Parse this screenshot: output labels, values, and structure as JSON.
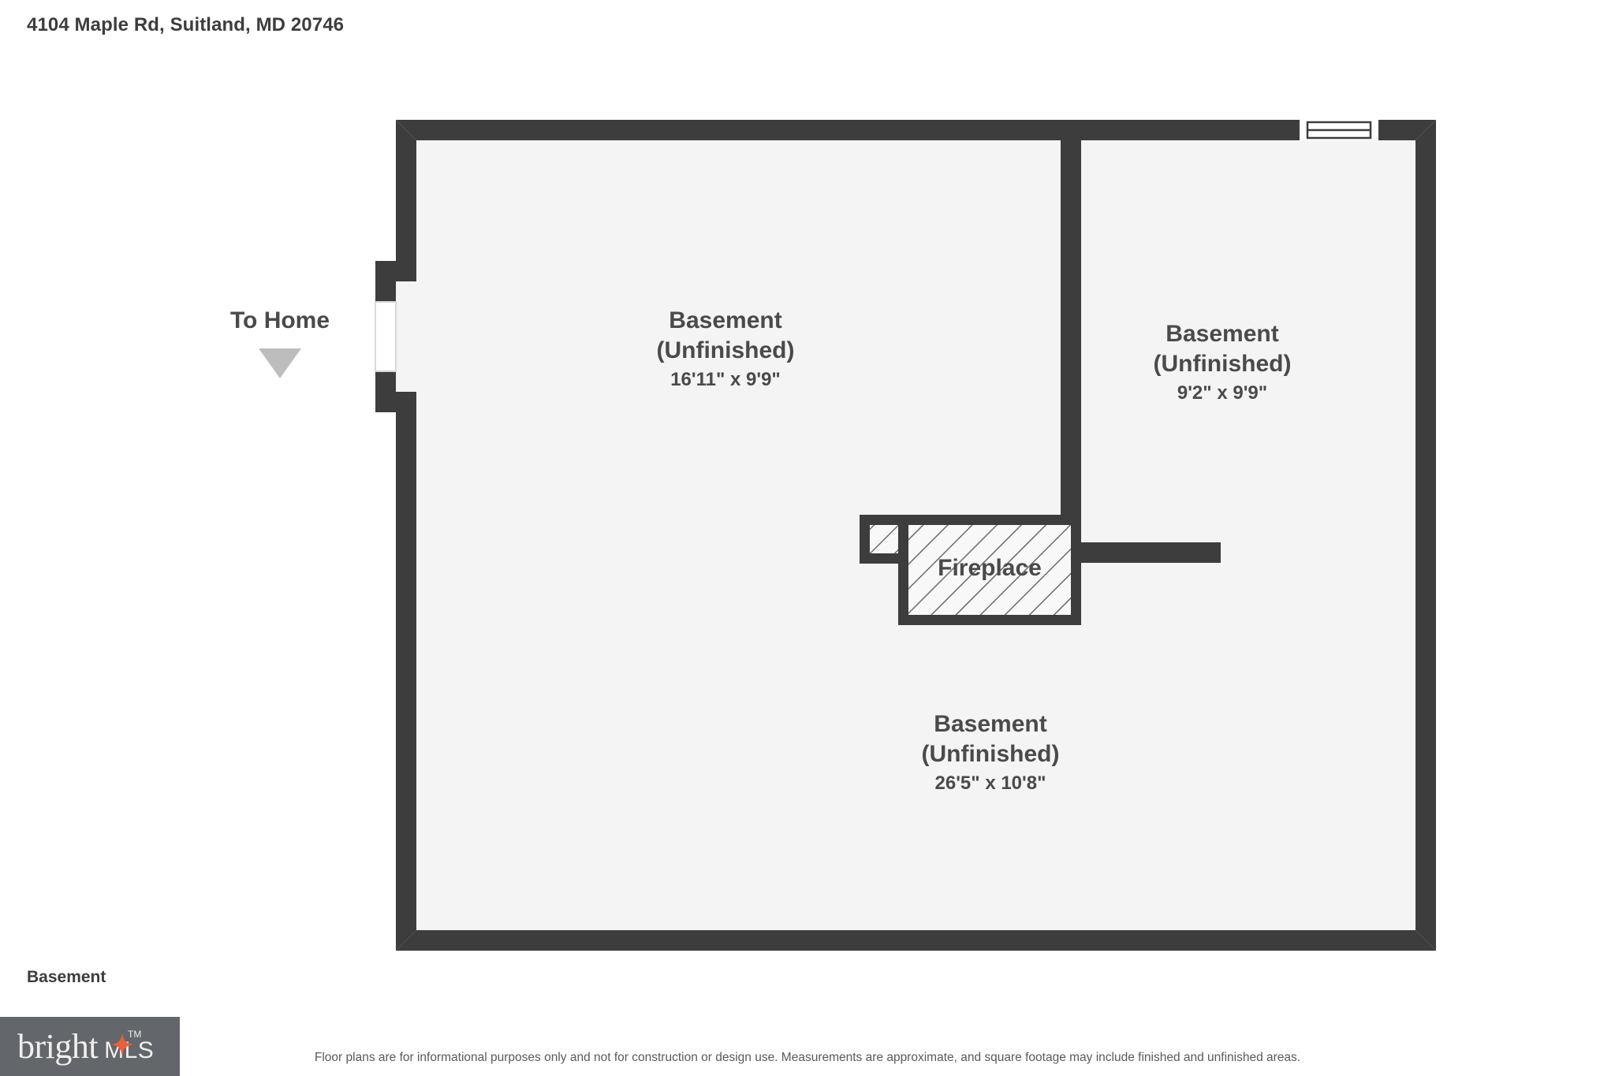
{
  "header": {
    "address": "4104 Maple Rd, Suitland, MD 20746"
  },
  "plan": {
    "floor_name": "Basement",
    "to_home": {
      "label": "To Home",
      "arrow_icon": "triangle-down-icon",
      "arrow_color": "#bdbdbd"
    },
    "rooms": [
      {
        "name": "Basement",
        "status": "(Unfinished)",
        "dimensions": "16'11\" x 9'9\""
      },
      {
        "name": "Basement",
        "status": "(Unfinished)",
        "dimensions": "9'2\" x 9'9\""
      },
      {
        "name": "Basement",
        "status": "(Unfinished)",
        "dimensions": "26'5\" x 10'8\""
      }
    ],
    "features": [
      {
        "name": "Fireplace",
        "label": "Fireplace"
      }
    ],
    "colors": {
      "wall": "#3d3d3d",
      "interior_fill": "#f4f4f4",
      "window_fill": "#ffffff",
      "door_fill": "#ffffff",
      "hatch_line": "#6b6b6b",
      "label_text": "#4a4a4a"
    }
  },
  "footer": {
    "logo": {
      "brand": "bright",
      "suffix": "MLS",
      "trademark": "TM",
      "star_icon": "four-point-star-icon",
      "star_color": "#e8613c",
      "background": "#63666a"
    },
    "disclaimer": "Floor plans are for informational purposes only and not for construction or design use. Measurements are approximate, and square footage may include finished and unfinished areas."
  }
}
